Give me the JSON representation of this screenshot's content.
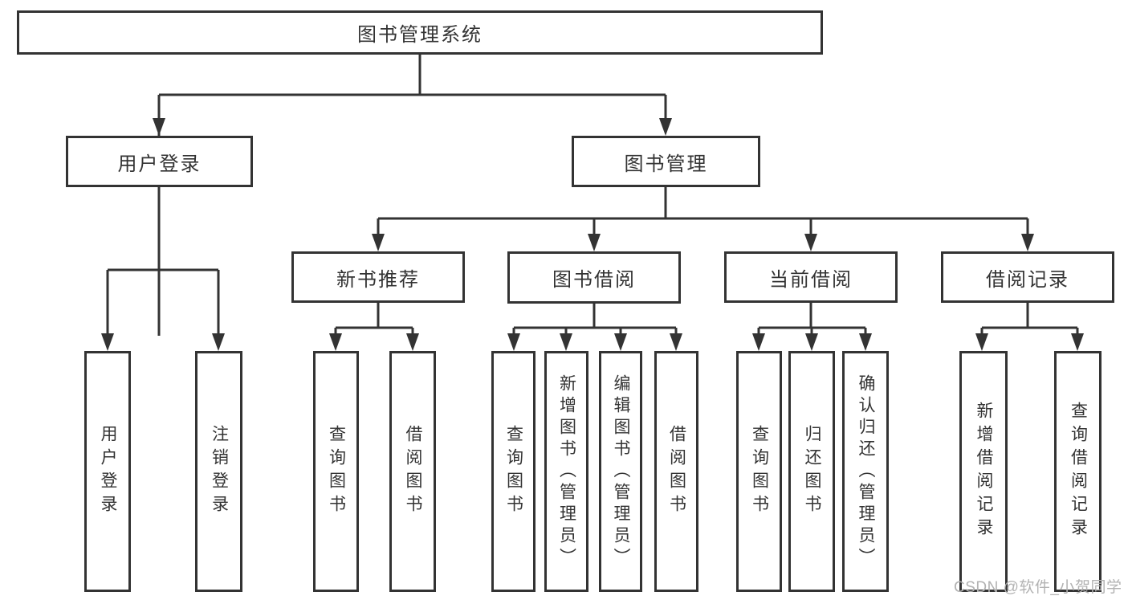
{
  "meta": {
    "watermark": "CSDN @软件_小贺同学",
    "colors": {
      "line": "#333333",
      "box_border": "#333333",
      "text": "#333333",
      "background": "#ffffff",
      "watermark": "#b2b2b2"
    }
  },
  "tree": {
    "root": {
      "label": "图书管理系统"
    },
    "login": {
      "label": "用户登录",
      "children": [
        {
          "label": "用户登录"
        },
        {
          "label": "注销登录"
        }
      ]
    },
    "management": {
      "label": "图书管理",
      "sections": [
        {
          "label": "新书推荐",
          "children": [
            {
              "label": "查询图书"
            },
            {
              "label": "借阅图书"
            }
          ]
        },
        {
          "label": "图书借阅",
          "children": [
            {
              "label": "查询图书"
            },
            {
              "label": "新增图书（管理员）"
            },
            {
              "label": "编辑图书（管理员）"
            },
            {
              "label": "借阅图书"
            }
          ]
        },
        {
          "label": "当前借阅",
          "children": [
            {
              "label": "查询图书"
            },
            {
              "label": "归还图书"
            },
            {
              "label": "确认归还（管理员）"
            }
          ]
        },
        {
          "label": "借阅记录",
          "children": [
            {
              "label": "新增借阅记录"
            },
            {
              "label": "查询借阅记录"
            }
          ]
        }
      ]
    }
  }
}
